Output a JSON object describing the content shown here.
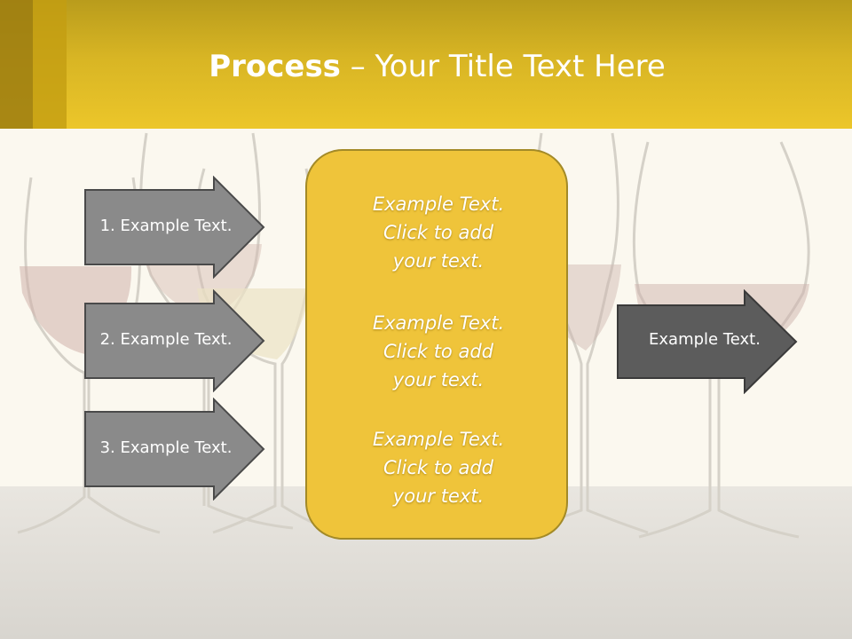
{
  "slide": {
    "title_bold": "Process",
    "title_rest": " – Your Title Text Here"
  },
  "left_arrows": [
    {
      "label": "1. Example Text."
    },
    {
      "label": "2. Example Text."
    },
    {
      "label": "3. Example Text."
    }
  ],
  "center_box": {
    "blocks": [
      {
        "lines": [
          "Example Text.",
          "Click  to add",
          "your text."
        ]
      },
      {
        "lines": [
          "Example Text.",
          "Click  to add",
          "your text."
        ]
      },
      {
        "lines": [
          "Example Text.",
          "Click  to add",
          "your text."
        ]
      }
    ]
  },
  "right_arrow": {
    "label": "Example Text."
  },
  "colors": {
    "header": "#e2bd28",
    "left_arrow_fill": "#8a8a8a",
    "right_arrow_fill": "#5c5c5c",
    "center_box_fill": "#efc43a",
    "background": "#fbf8ef"
  }
}
